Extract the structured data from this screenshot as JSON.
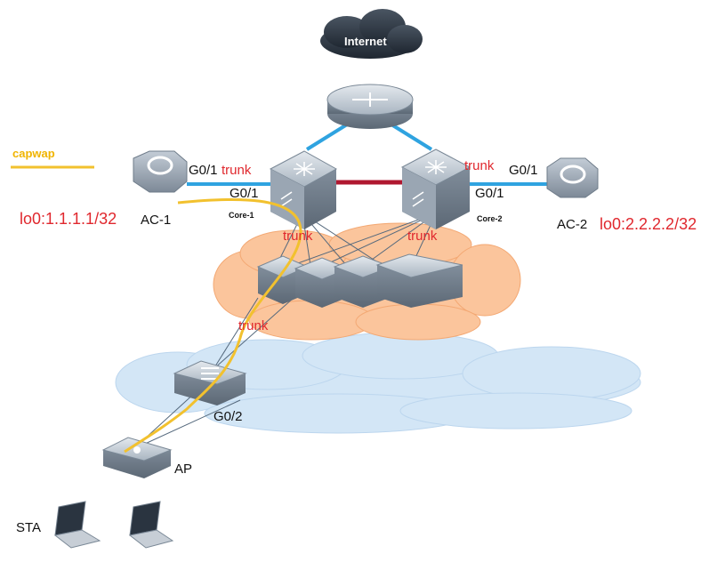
{
  "legend": {
    "label": "capwap",
    "color": "#f2c12e"
  },
  "internet": {
    "label": "Internet"
  },
  "devices": {
    "ac1": {
      "name": "AC-1",
      "loopback": "lo0:1.1.1.1/32"
    },
    "ac2": {
      "name": "AC-2",
      "loopback": "lo0:2.2.2.2/32"
    },
    "core1": {
      "name": "Core-1"
    },
    "core2": {
      "name": "Core-2"
    },
    "ap": {
      "name": "AP"
    },
    "sta": {
      "name": "STA"
    }
  },
  "ports": {
    "ac1_g01": "G0/1",
    "core1_g01": "G0/1",
    "core2_g01": "G0/1",
    "ac2_g01": "G0/1",
    "access_g02": "G0/2"
  },
  "links": {
    "trunk_ac1_core1": "trunk",
    "trunk_core2_ac2": "trunk",
    "trunk_core1_down": "trunk",
    "trunk_core2_down": "trunk",
    "trunk_agg_access": "trunk"
  },
  "colors": {
    "blue_link": "#2fa3e0",
    "red_link": "#b01830",
    "capwap": "#f2c12e",
    "orange_cloud": "#fbc59c",
    "blue_cloud": "#d3e6f6",
    "label_red": "#e0282e"
  }
}
